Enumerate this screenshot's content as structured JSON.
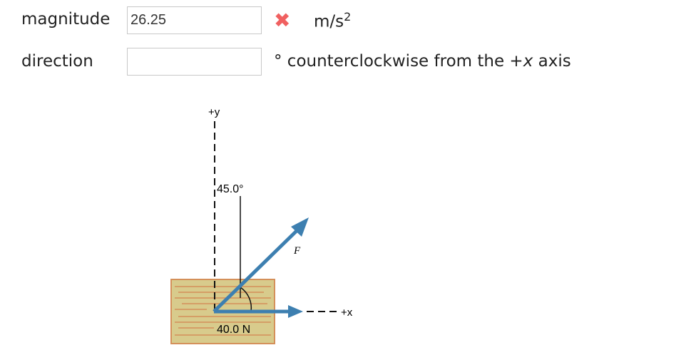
{
  "magnitude": {
    "label": "magnitude",
    "value": "26.25",
    "status_icon": "x-icon",
    "unit": "m/s",
    "unit_exp": "2"
  },
  "direction": {
    "label": "direction",
    "value": "",
    "suffix_degree": "°",
    "suffix_text": " counterclockwise from the +",
    "suffix_var": "x",
    "suffix_end": " axis"
  },
  "figure": {
    "y_axis": "+y",
    "x_axis": "+x",
    "angle": "45.0°",
    "force_label": "F",
    "force_value": "40.0 N",
    "colors": {
      "wood": "#d8cb8c",
      "grain": "#d4905a",
      "arrow": "#3d7fb0"
    }
  }
}
